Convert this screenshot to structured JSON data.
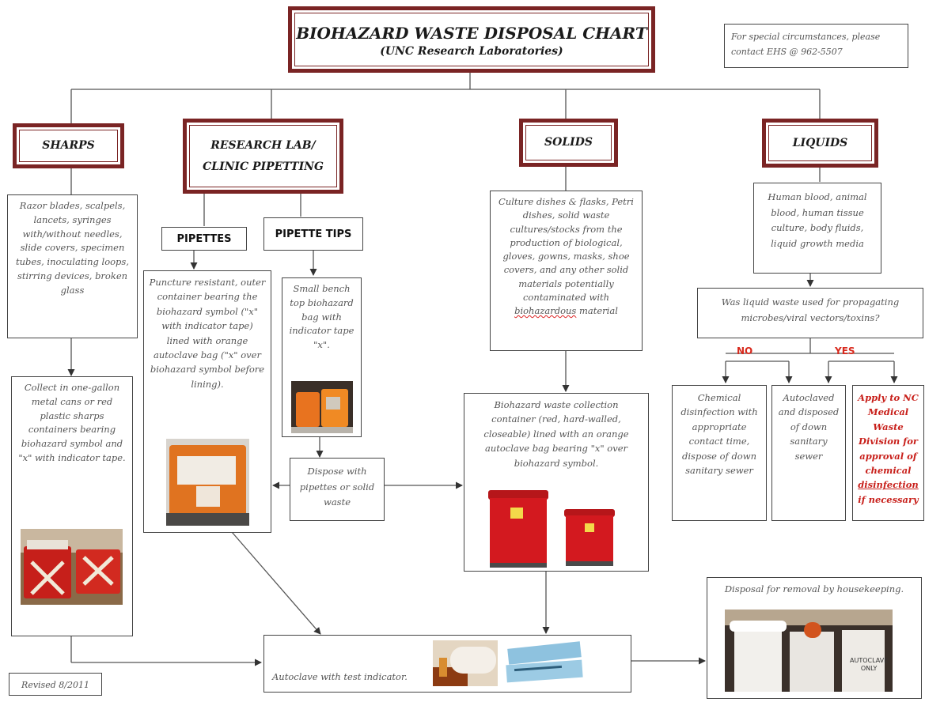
{
  "title": {
    "main": "BIOHAZARD WASTE DISPOSAL CHART",
    "sub": "(UNC Research Laboratories)"
  },
  "contact_note": {
    "line1": "For special circumstances, please",
    "line2": "contact EHS @ 962-5507"
  },
  "revised": "Revised 8/2011",
  "categories": {
    "sharps": "SHARPS",
    "research_line1": "RESEARCH LAB/",
    "research_line2": "CLINIC PIPETTING",
    "solids": "SOLIDS",
    "liquids": "LIQUIDS"
  },
  "sharps": {
    "description": "Razor blades, scalpels, lancets, syringes with/without needles, slide covers, specimen tubes, inoculating loops, stirring devices, broken glass",
    "collect": "Collect in one-gallon metal cans or red plastic sharps containers bearing biohazard symbol and \"x\" with indicator tape."
  },
  "pipetting": {
    "pipettes_label": "PIPETTES",
    "tips_label": "PIPETTE TIPS",
    "pipettes_text": "Puncture resistant, outer container bearing the biohazard symbol (\"x\" with indicator tape) lined with orange autoclave bag (\"x\" over biohazard symbol before lining).",
    "tips_text": "Small bench top biohazard bag with indicator tape \"x\".",
    "dispose_text": "Dispose with pipettes or solid waste"
  },
  "solids": {
    "description_main": "Culture dishes & flasks, Petri dishes, solid waste cultures/stocks from the production of biological, gloves, gowns, masks, shoe covers, and any other solid materials potentially contaminated with",
    "description_word": "biohazardous",
    "description_end": "material",
    "container": "Biohazard waste collection container (red, hard-walled, closeable) lined with an orange autoclave bag bearing \"x\" over biohazard symbol."
  },
  "liquids": {
    "description": "Human blood, animal blood, human tissue culture, body fluids, liquid growth media",
    "question": "Was liquid waste used for propagating microbes/viral vectors/toxins?",
    "no_label": "NO",
    "yes_label": "YES",
    "chemical": "Chemical disinfection with appropriate contact time, dispose of down sanitary sewer",
    "autoclaved": "Autoclaved and disposed of down sanitary sewer",
    "apply_main": "Apply to NC Medical Waste Division for approval of chemical",
    "apply_underline": "disinfection",
    "apply_end": "if necessary"
  },
  "autoclave_text": "Autoclave with test indicator.",
  "disposal_text": "Disposal for removal by housekeeping.",
  "photo_labels": {
    "autoclave_label": "AUTOCLAVE",
    "only_label": "ONLY"
  },
  "colors": {
    "header_border": "#7a2424",
    "alert_red": "#d8291d",
    "connector": "#555555"
  }
}
